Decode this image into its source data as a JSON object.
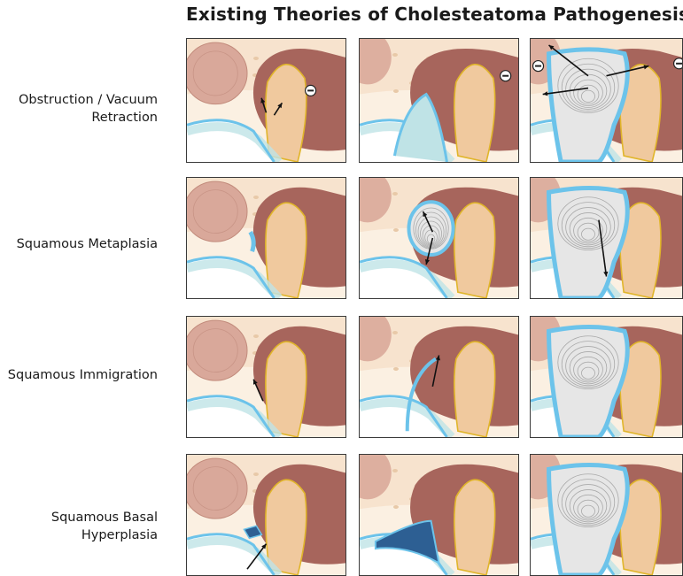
{
  "title": "Existing Theories of Cholesteatoma Pathogenesis",
  "rows": [
    {
      "id": "obstruction",
      "label_lines": [
        "Obstruction / Vacuum",
        "Retraction"
      ]
    },
    {
      "id": "metaplasia",
      "label_lines": [
        "Squamous Metaplasia"
      ]
    },
    {
      "id": "immigration",
      "label_lines": [
        "Squamous Immigration"
      ]
    },
    {
      "id": "hyperplasia",
      "label_lines": [
        "Squamous Basal",
        "Hyperplasia"
      ]
    }
  ],
  "colors": {
    "tissue_bg": "#fbf0e2",
    "bone": "#f4d9bd",
    "middle_ear": "#a7655c",
    "ossicle": "#f0c99e",
    "membrane_blue": "#6cc3ea",
    "membrane_teal": "#bfe3e6",
    "outline_yellow": "#e0b52a",
    "keratin": "#e6e6e6",
    "basal_dark": "#2d5f93",
    "arrow": "#111111"
  },
  "symbols": {
    "negative_pressure": "minus-in-circle",
    "migration_arrow": "arrow"
  }
}
